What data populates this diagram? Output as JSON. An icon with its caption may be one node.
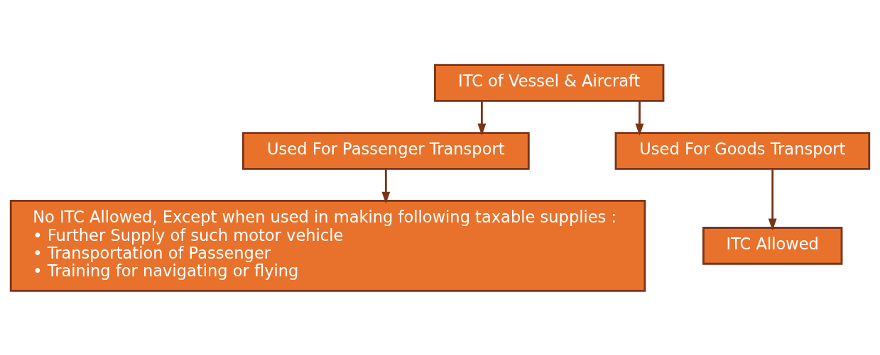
{
  "diagram": {
    "nodes": [
      {
        "text": [
          "ITC of Vessel & Aircraft"
        ]
      },
      {
        "text": [
          "Used For Passenger Transport"
        ]
      },
      {
        "text": [
          "Used For Goods Transport"
        ]
      },
      {
        "text": [
          "No ITC Allowed, Except when used in making following taxable supplies :",
          "• Further Supply of such motor vehicle",
          "• Transportation of Passenger",
          "• Training for navigating or flying"
        ]
      },
      {
        "text": [
          "ITC Allowed"
        ]
      }
    ],
    "edges": [
      {
        "from": 0,
        "to": 1,
        "arrow": "to"
      },
      {
        "from": 0,
        "to": 2,
        "arrow": "to"
      },
      {
        "from": 1,
        "to": 3,
        "arrow": "to"
      },
      {
        "from": 2,
        "to": 4,
        "arrow": "to"
      }
    ]
  }
}
